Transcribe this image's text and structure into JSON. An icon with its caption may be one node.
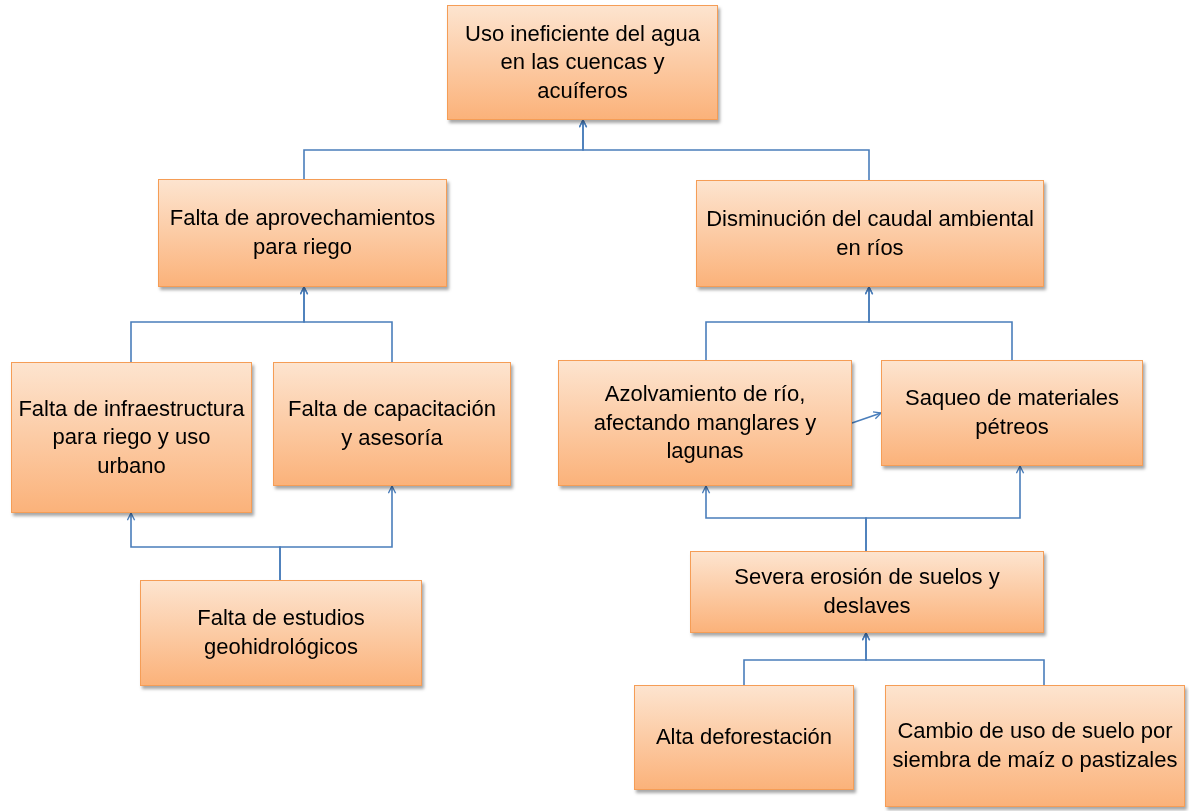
{
  "diagram": {
    "nodes": [
      {
        "text": [
          "Uso ineficiente del agua en las cuencas y acuíferos"
        ]
      },
      {
        "text": [
          "Falta de aprovechamientos para riego"
        ]
      },
      {
        "text": [
          "Disminución del caudal ambiental en ríos"
        ]
      },
      {
        "text": [
          "Falta de infraestructura para riego y uso urbano"
        ]
      },
      {
        "text": [
          "Falta de capacitación y asesoría"
        ]
      },
      {
        "text": [
          "Azolvamiento de río, afectando manglares y lagunas"
        ]
      },
      {
        "text": [
          "Saqueo de materiales pétreos"
        ]
      },
      {
        "text": [
          "Falta de estudios geohidrológicos"
        ]
      },
      {
        "text": [
          "Severa erosión de suelos y deslaves"
        ]
      },
      {
        "text": [
          "Alta deforestación"
        ]
      },
      {
        "text": [
          "Cambio de uso de suelo por siembra de maíz o pastizales"
        ]
      }
    ],
    "edges": [
      {
        "from": 1,
        "to": 0,
        "arrow": "to"
      },
      {
        "from": 2,
        "to": 0,
        "arrow": "to"
      },
      {
        "from": 3,
        "to": 1,
        "arrow": "to"
      },
      {
        "from": 4,
        "to": 1,
        "arrow": "to"
      },
      {
        "from": 7,
        "to": 3,
        "arrow": "to"
      },
      {
        "from": 7,
        "to": 4,
        "arrow": "to"
      },
      {
        "from": 5,
        "to": 2,
        "arrow": "to"
      },
      {
        "from": 6,
        "to": 2,
        "arrow": "to"
      },
      {
        "from": 5,
        "to": 6,
        "arrow": "to"
      },
      {
        "from": 8,
        "to": 5,
        "arrow": "to"
      },
      {
        "from": 8,
        "to": 6,
        "arrow": "to"
      },
      {
        "from": 9,
        "to": 8,
        "arrow": "to"
      },
      {
        "from": 10,
        "to": 8,
        "arrow": "to"
      }
    ]
  }
}
